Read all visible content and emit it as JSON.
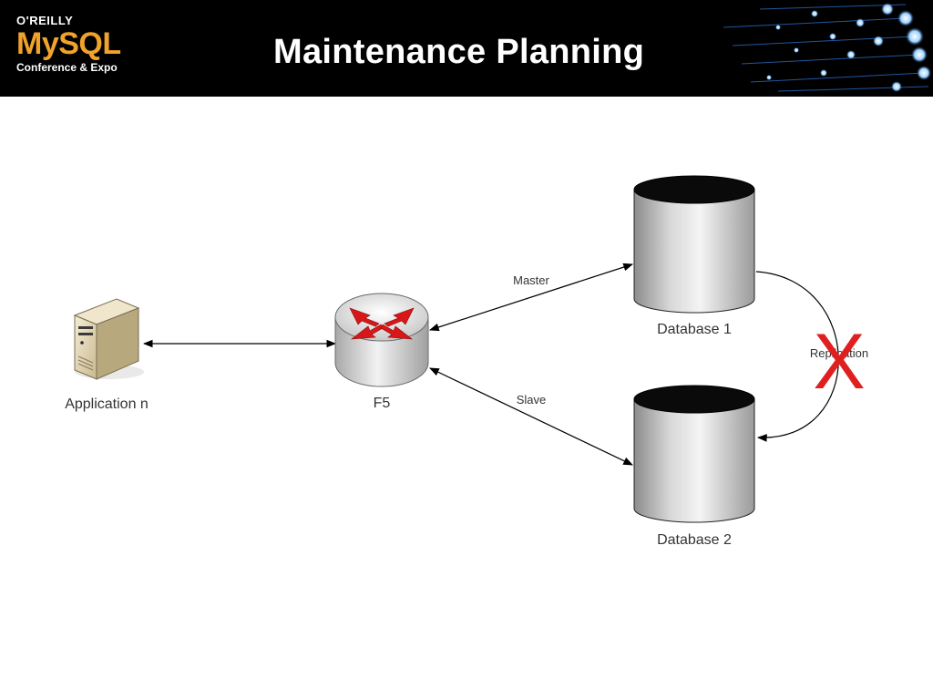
{
  "header": {
    "logo_publisher": "O'REILLY",
    "logo_brand": "MySQL",
    "logo_event": "Conference & Expo",
    "title": "Maintenance Planning"
  },
  "diagram": {
    "nodes": {
      "application": "Application n",
      "load_balancer": "F5",
      "database_1": "Database 1",
      "database_2": "Database 2"
    },
    "edges": {
      "master": "Master",
      "slave": "Slave",
      "replication": "Replication"
    },
    "replication_broken_mark": "X"
  },
  "colors": {
    "header_bg": "#000000",
    "brand_orange": "#f0a32a",
    "broken_mark": "#e02020",
    "router_arrow": "#d81818"
  }
}
